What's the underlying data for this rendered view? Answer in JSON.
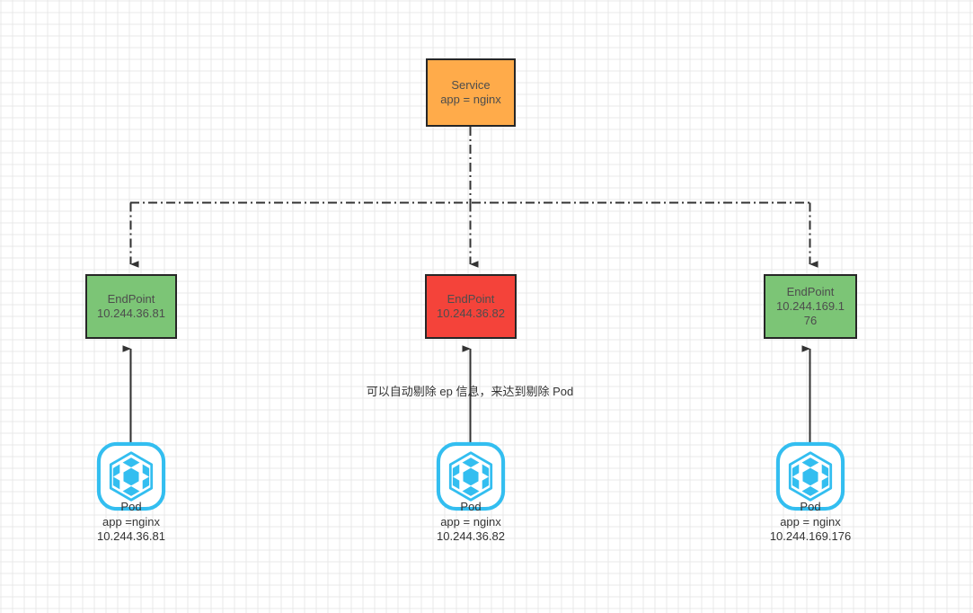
{
  "diagram": {
    "title": "Kubernetes Service / EndPoint / Pod relationship",
    "colors": {
      "service_fill": "#FFAB4A",
      "endpoint_healthy_fill": "#7CC576",
      "endpoint_unhealthy_fill": "#F4433A",
      "node_border": "#262626",
      "pod_icon": "#33BEF0",
      "edge": "#333333",
      "grid_minor": "#e9e9e9",
      "grid_major": "#d6d6d6"
    }
  },
  "service": {
    "name": "service-node",
    "line1": "Service",
    "line2": "app = nginx"
  },
  "endpoints": [
    {
      "name": "endpoint-node-0",
      "line1": "EndPoint",
      "line2": "10.244.36.81",
      "line3": "",
      "state": "healthy"
    },
    {
      "name": "endpoint-node-1",
      "line1": "EndPoint",
      "line2": "10.244.36.82",
      "line3": "",
      "state": "unhealthy"
    },
    {
      "name": "endpoint-node-2",
      "line1": "EndPoint",
      "line2": "10.244.169.1",
      "line3": "76",
      "state": "healthy"
    }
  ],
  "pods": [
    {
      "name": "pod-group-0",
      "icon": "kubernetes-pod-icon",
      "kind_label": "Pod",
      "labels": "app =nginx",
      "ip": "10.244.36.81"
    },
    {
      "name": "pod-group-1",
      "icon": "kubernetes-pod-icon",
      "kind_label": "Pod",
      "labels": "app = nginx",
      "ip": "10.244.36.82"
    },
    {
      "name": "pod-group-2",
      "icon": "kubernetes-pod-icon",
      "kind_label": "Pod",
      "labels": "app = nginx",
      "ip": "10.244.169.176"
    }
  ],
  "annotation": {
    "text": "可以自动剔除 ep 信息，来达到剔除 Pod"
  }
}
